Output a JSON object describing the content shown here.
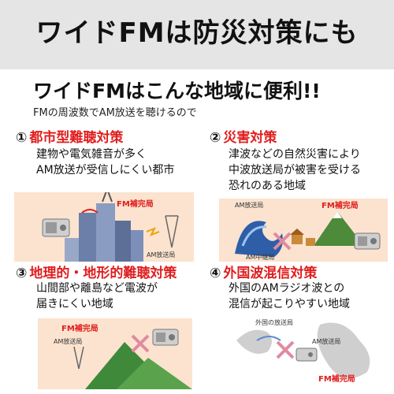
{
  "banner": {
    "title": "ワイドFMは防災対策にも"
  },
  "headline": "ワイドFMはこんな地域に便利!!",
  "subline": "FMの周波数でAM放送を聴けるので",
  "sections": [
    {
      "number": "①",
      "title": "都市型難聴対策",
      "lines": [
        "建物や電気雑音が多く",
        "AM放送が受信しにくい都市"
      ],
      "image_labels": {
        "fm": "FM補完局",
        "am": "AM放送局"
      }
    },
    {
      "number": "②",
      "title": "災害対策",
      "lines": [
        "津波などの自然災害により",
        "中波放送局が被害を受ける",
        "恐れのある地域"
      ],
      "image_labels": {
        "fm": "FM補完局",
        "am": "AM放送局",
        "am2": "AM中継局"
      }
    },
    {
      "number": "③",
      "title": "地理的・地形的難聴対策",
      "lines": [
        "山間部や離島など電波が",
        "届きにくい地域"
      ],
      "image_labels": {
        "fm": "FM補完局",
        "am": "AM放送局"
      }
    },
    {
      "number": "④",
      "title": "外国波混信対策",
      "lines": [
        "外国のAMラジオ波との",
        "混信が起こりやすい地域"
      ],
      "image_labels": {
        "foreign": "外国の放送局",
        "am": "AM放送局",
        "fm": "FM補完局"
      }
    }
  ],
  "colors": {
    "accent": "#e01e1e",
    "banner_bg": "#e5e5e5",
    "illustration_bg": "#fbe3cf"
  }
}
